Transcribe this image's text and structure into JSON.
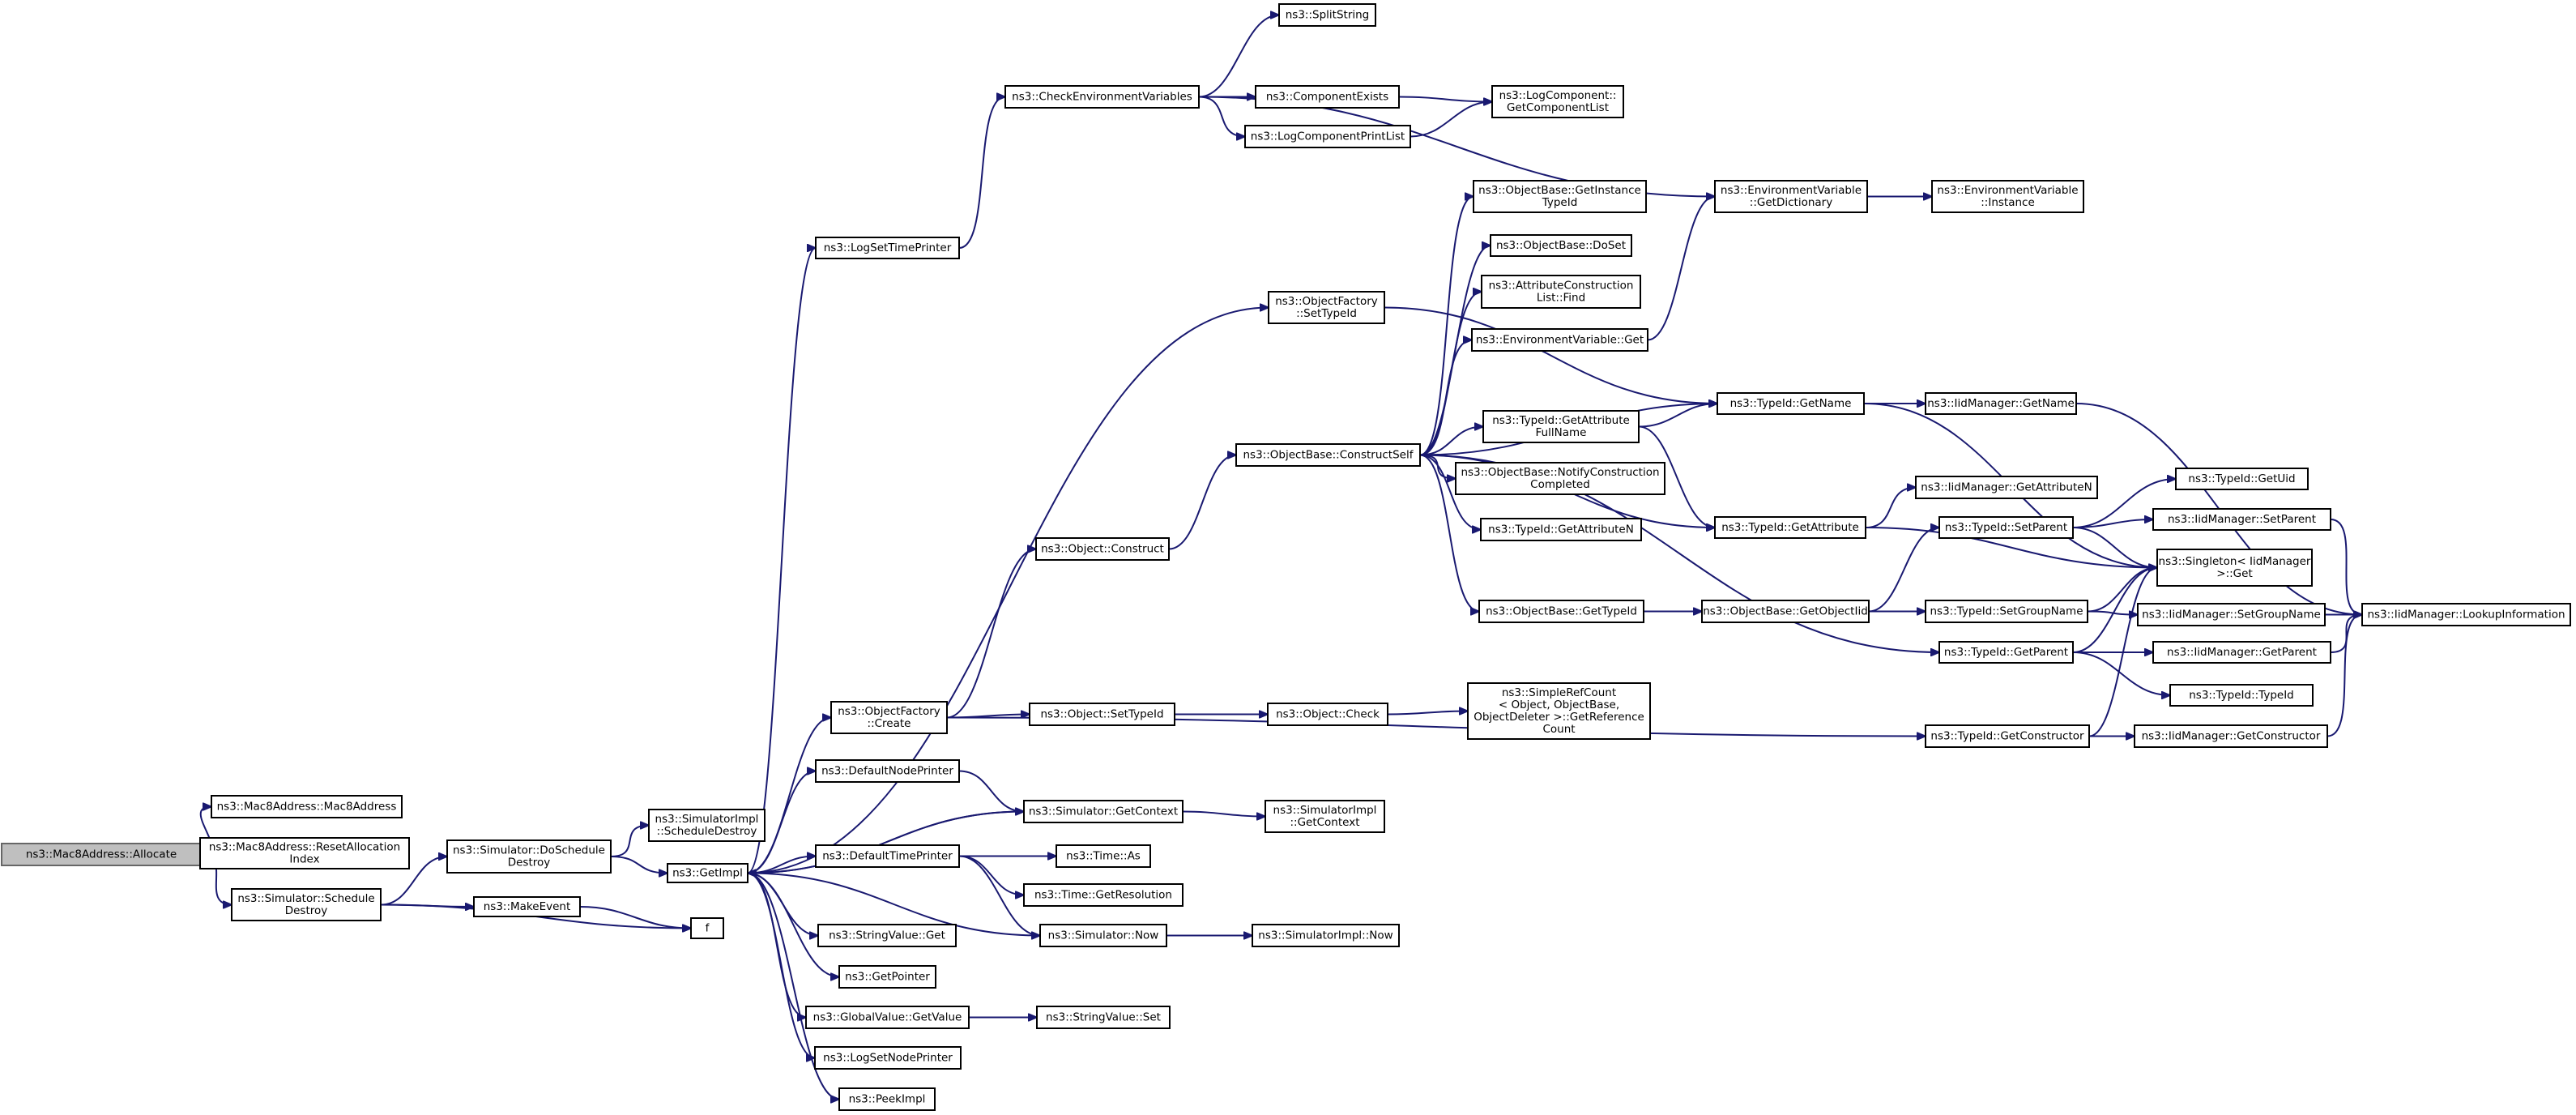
{
  "colors": {
    "edge": "#191970",
    "root_fill": "#bfbfbf",
    "node_fill": "#ffffff",
    "node_border": "#000000"
  },
  "nodes": [
    {
      "id": "allocate",
      "lines": [
        "ns3::Mac8Address::Allocate"
      ],
      "root": true
    },
    {
      "id": "mac8ctor",
      "lines": [
        "ns3::Mac8Address::Mac8Address"
      ]
    },
    {
      "id": "resetalloc",
      "lines": [
        "ns3::Mac8Address::ResetAllocation",
        "Index"
      ]
    },
    {
      "id": "schedDestroy",
      "lines": [
        "ns3::Simulator::Schedule",
        "Destroy"
      ]
    },
    {
      "id": "doSchedDestroy",
      "lines": [
        "ns3::Simulator::DoSchedule",
        "Destroy"
      ]
    },
    {
      "id": "simImplSchedDestroy",
      "lines": [
        "ns3::SimulatorImpl",
        "::ScheduleDestroy"
      ]
    },
    {
      "id": "makeEvent",
      "lines": [
        "ns3::MakeEvent"
      ]
    },
    {
      "id": "f",
      "lines": [
        "f"
      ]
    },
    {
      "id": "getImpl",
      "lines": [
        "ns3::GetImpl"
      ]
    },
    {
      "id": "logSetTimePrinter",
      "lines": [
        "ns3::LogSetTimePrinter"
      ]
    },
    {
      "id": "checkEnvVars",
      "lines": [
        "ns3::CheckEnvironmentVariables"
      ]
    },
    {
      "id": "splitString",
      "lines": [
        "ns3::SplitString"
      ]
    },
    {
      "id": "componentExists",
      "lines": [
        "ns3::ComponentExists"
      ]
    },
    {
      "id": "logComponentPrintList",
      "lines": [
        "ns3::LogComponentPrintList"
      ]
    },
    {
      "id": "getComponentList",
      "lines": [
        "ns3::LogComponent::",
        "GetComponentList"
      ]
    },
    {
      "id": "envGetDictionary",
      "lines": [
        "ns3::EnvironmentVariable",
        "::GetDictionary"
      ]
    },
    {
      "id": "envInstance",
      "lines": [
        "ns3::EnvironmentVariable",
        "::Instance"
      ]
    },
    {
      "id": "objFactorySetTypeId",
      "lines": [
        "ns3::ObjectFactory",
        "::SetTypeId"
      ]
    },
    {
      "id": "objBaseGetInstanceTypeId",
      "lines": [
        "ns3::ObjectBase::GetInstance",
        "TypeId"
      ]
    },
    {
      "id": "objBaseDoSet",
      "lines": [
        "ns3::ObjectBase::DoSet"
      ]
    },
    {
      "id": "attrConstrListFind",
      "lines": [
        "ns3::AttributeConstruction",
        "List::Find"
      ]
    },
    {
      "id": "envGet",
      "lines": [
        "ns3::EnvironmentVariable::Get"
      ]
    },
    {
      "id": "typeIdGetName",
      "lines": [
        "ns3::TypeId::GetName"
      ]
    },
    {
      "id": "iidGetName",
      "lines": [
        "ns3::IidManager::GetName"
      ]
    },
    {
      "id": "constructSelf",
      "lines": [
        "ns3::ObjectBase::ConstructSelf"
      ]
    },
    {
      "id": "getAttrFullName",
      "lines": [
        "ns3::TypeId::GetAttribute",
        "FullName"
      ]
    },
    {
      "id": "notifyConstrCompleted",
      "lines": [
        "ns3::ObjectBase::NotifyConstruction",
        "Completed"
      ]
    },
    {
      "id": "typeIdGetAttributeN",
      "lines": [
        "ns3::TypeId::GetAttributeN"
      ]
    },
    {
      "id": "typeIdGetAttribute",
      "lines": [
        "ns3::TypeId::GetAttribute"
      ]
    },
    {
      "id": "iidGetAttributeN",
      "lines": [
        "ns3::IidManager::GetAttributeN"
      ]
    },
    {
      "id": "typeIdGetUid",
      "lines": [
        "ns3::TypeId::GetUid"
      ]
    },
    {
      "id": "typeIdSetParent",
      "lines": [
        "ns3::TypeId::SetParent"
      ]
    },
    {
      "id": "iidSetParent",
      "lines": [
        "ns3::IidManager::SetParent"
      ]
    },
    {
      "id": "singletonGet",
      "lines": [
        "ns3::Singleton< IidManager",
        ">::Get"
      ]
    },
    {
      "id": "objectConstruct",
      "lines": [
        "ns3::Object::Construct"
      ]
    },
    {
      "id": "objBaseGetTypeId",
      "lines": [
        "ns3::ObjectBase::GetTypeId"
      ]
    },
    {
      "id": "objBaseGetObjectIid",
      "lines": [
        "ns3::ObjectBase::GetObjectIid"
      ]
    },
    {
      "id": "typeIdSetGroupName",
      "lines": [
        "ns3::TypeId::SetGroupName"
      ]
    },
    {
      "id": "iidSetGroupName",
      "lines": [
        "ns3::IidManager::SetGroupName"
      ]
    },
    {
      "id": "iidLookupInformation",
      "lines": [
        "ns3::IidManager::LookupInformation"
      ]
    },
    {
      "id": "typeIdGetParent",
      "lines": [
        "ns3::TypeId::GetParent"
      ]
    },
    {
      "id": "iidGetParent",
      "lines": [
        "ns3::IidManager::GetParent"
      ]
    },
    {
      "id": "typeIdTypeId",
      "lines": [
        "ns3::TypeId::TypeId"
      ]
    },
    {
      "id": "objFactoryCreate",
      "lines": [
        "ns3::ObjectFactory",
        "::Create"
      ]
    },
    {
      "id": "objectSetTypeId",
      "lines": [
        "ns3::Object::SetTypeId"
      ]
    },
    {
      "id": "objectCheck",
      "lines": [
        "ns3::Object::Check"
      ]
    },
    {
      "id": "simpleRefCount",
      "lines": [
        "ns3::SimpleRefCount",
        "< Object, ObjectBase,",
        "ObjectDeleter >::GetReference",
        "Count"
      ]
    },
    {
      "id": "typeIdGetConstructor",
      "lines": [
        "ns3::TypeId::GetConstructor"
      ]
    },
    {
      "id": "iidGetConstructor",
      "lines": [
        "ns3::IidManager::GetConstructor"
      ]
    },
    {
      "id": "defaultNodePrinter",
      "lines": [
        "ns3::DefaultNodePrinter"
      ]
    },
    {
      "id": "simGetContext",
      "lines": [
        "ns3::Simulator::GetContext"
      ]
    },
    {
      "id": "simImplGetContext",
      "lines": [
        "ns3::SimulatorImpl",
        "::GetContext"
      ]
    },
    {
      "id": "defaultTimePrinter",
      "lines": [
        "ns3::DefaultTimePrinter"
      ]
    },
    {
      "id": "timeAs",
      "lines": [
        "ns3::Time::As"
      ]
    },
    {
      "id": "timeGetResolution",
      "lines": [
        "ns3::Time::GetResolution"
      ]
    },
    {
      "id": "simNow",
      "lines": [
        "ns3::Simulator::Now"
      ]
    },
    {
      "id": "simImplNow",
      "lines": [
        "ns3::SimulatorImpl::Now"
      ]
    },
    {
      "id": "stringValueGet",
      "lines": [
        "ns3::StringValue::Get"
      ]
    },
    {
      "id": "getPointer",
      "lines": [
        "ns3::GetPointer"
      ]
    },
    {
      "id": "globalValueGetValue",
      "lines": [
        "ns3::GlobalValue::GetValue"
      ]
    },
    {
      "id": "stringValueSet",
      "lines": [
        "ns3::StringValue::Set"
      ]
    },
    {
      "id": "logSetNodePrinter",
      "lines": [
        "ns3::LogSetNodePrinter"
      ]
    },
    {
      "id": "peekImpl",
      "lines": [
        "ns3::PeekImpl"
      ]
    }
  ],
  "edges": [
    [
      "allocate",
      "mac8ctor"
    ],
    [
      "allocate",
      "resetalloc"
    ],
    [
      "allocate",
      "schedDestroy"
    ],
    [
      "schedDestroy",
      "doSchedDestroy"
    ],
    [
      "schedDestroy",
      "makeEvent"
    ],
    [
      "schedDestroy",
      "f"
    ],
    [
      "doSchedDestroy",
      "simImplSchedDestroy"
    ],
    [
      "doSchedDestroy",
      "getImpl"
    ],
    [
      "makeEvent",
      "f"
    ],
    [
      "getImpl",
      "logSetTimePrinter"
    ],
    [
      "getImpl",
      "objFactorySetTypeId"
    ],
    [
      "getImpl",
      "objFactoryCreate"
    ],
    [
      "getImpl",
      "defaultNodePrinter"
    ],
    [
      "getImpl",
      "simGetContext"
    ],
    [
      "getImpl",
      "defaultTimePrinter"
    ],
    [
      "getImpl",
      "stringValueGet"
    ],
    [
      "getImpl",
      "getPointer"
    ],
    [
      "getImpl",
      "globalValueGetValue"
    ],
    [
      "getImpl",
      "logSetNodePrinter"
    ],
    [
      "getImpl",
      "peekImpl"
    ],
    [
      "logSetTimePrinter",
      "checkEnvVars"
    ],
    [
      "checkEnvVars",
      "splitString"
    ],
    [
      "checkEnvVars",
      "componentExists"
    ],
    [
      "checkEnvVars",
      "logComponentPrintList"
    ],
    [
      "checkEnvVars",
      "envGetDictionary"
    ],
    [
      "componentExists",
      "getComponentList"
    ],
    [
      "logComponentPrintList",
      "getComponentList"
    ],
    [
      "envGetDictionary",
      "envInstance"
    ],
    [
      "objFactorySetTypeId",
      "typeIdGetName"
    ],
    [
      "objFactoryCreate",
      "objectConstruct"
    ],
    [
      "objFactoryCreate",
      "objectSetTypeId"
    ],
    [
      "objFactoryCreate",
      "typeIdGetConstructor"
    ],
    [
      "objectConstruct",
      "constructSelf"
    ],
    [
      "constructSelf",
      "objBaseGetInstanceTypeId"
    ],
    [
      "constructSelf",
      "objBaseDoSet"
    ],
    [
      "constructSelf",
      "attrConstrListFind"
    ],
    [
      "constructSelf",
      "envGet"
    ],
    [
      "constructSelf",
      "typeIdGetName"
    ],
    [
      "constructSelf",
      "getAttrFullName"
    ],
    [
      "constructSelf",
      "notifyConstrCompleted"
    ],
    [
      "constructSelf",
      "typeIdGetAttributeN"
    ],
    [
      "constructSelf",
      "typeIdGetAttribute"
    ],
    [
      "constructSelf",
      "objBaseGetTypeId"
    ],
    [
      "constructSelf",
      "typeIdGetParent"
    ],
    [
      "envGet",
      "envGetDictionary"
    ],
    [
      "getAttrFullName",
      "typeIdGetName"
    ],
    [
      "getAttrFullName",
      "typeIdGetAttribute"
    ],
    [
      "typeIdGetName",
      "iidGetName"
    ],
    [
      "typeIdGetName",
      "singletonGet"
    ],
    [
      "iidGetName",
      "iidLookupInformation"
    ],
    [
      "typeIdGetAttribute",
      "iidGetAttributeN"
    ],
    [
      "typeIdGetAttribute",
      "singletonGet"
    ],
    [
      "objBaseGetTypeId",
      "objBaseGetObjectIid"
    ],
    [
      "objBaseGetObjectIid",
      "typeIdSetParent"
    ],
    [
      "objBaseGetObjectIid",
      "typeIdSetGroupName"
    ],
    [
      "typeIdSetParent",
      "typeIdGetUid"
    ],
    [
      "typeIdSetParent",
      "iidSetParent"
    ],
    [
      "typeIdSetParent",
      "singletonGet"
    ],
    [
      "iidSetParent",
      "iidLookupInformation"
    ],
    [
      "typeIdSetGroupName",
      "singletonGet"
    ],
    [
      "typeIdSetGroupName",
      "iidSetGroupName"
    ],
    [
      "iidSetGroupName",
      "iidLookupInformation"
    ],
    [
      "typeIdGetParent",
      "singletonGet"
    ],
    [
      "typeIdGetParent",
      "iidGetParent"
    ],
    [
      "typeIdGetParent",
      "typeIdTypeId"
    ],
    [
      "iidGetParent",
      "iidLookupInformation"
    ],
    [
      "typeIdGetConstructor",
      "singletonGet"
    ],
    [
      "typeIdGetConstructor",
      "iidGetConstructor"
    ],
    [
      "iidGetConstructor",
      "iidLookupInformation"
    ],
    [
      "objectSetTypeId",
      "objectCheck"
    ],
    [
      "objectCheck",
      "simpleRefCount"
    ],
    [
      "defaultNodePrinter",
      "simGetContext"
    ],
    [
      "simGetContext",
      "getImpl"
    ],
    [
      "simGetContext",
      "simImplGetContext"
    ],
    [
      "defaultTimePrinter",
      "timeAs"
    ],
    [
      "defaultTimePrinter",
      "timeGetResolution"
    ],
    [
      "defaultTimePrinter",
      "simNow"
    ],
    [
      "simNow",
      "getImpl"
    ],
    [
      "simNow",
      "simImplNow"
    ],
    [
      "globalValueGetValue",
      "stringValueSet"
    ]
  ]
}
